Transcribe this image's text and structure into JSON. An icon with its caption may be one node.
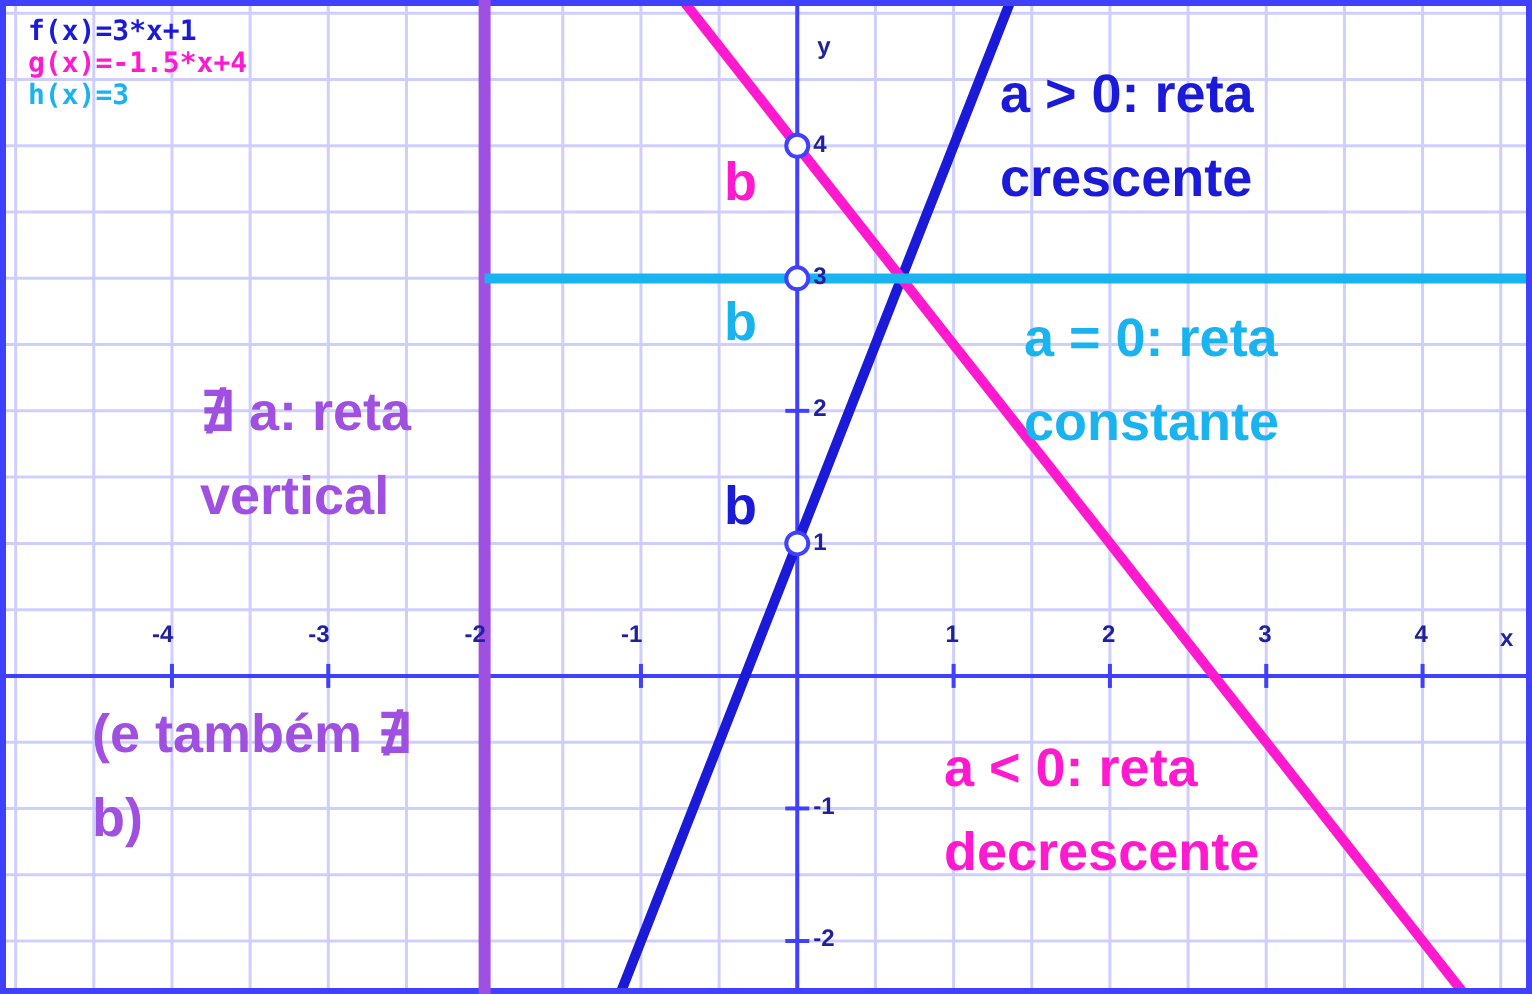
{
  "diagram": {
    "labels": [
      "b",
      "b",
      "b",
      "a > 0: reta crescente",
      "a = 0: reta constante",
      "∄ a: reta vertical",
      "(e também ∄ b)",
      "a < 0: reta decrescente"
    ],
    "chart_data": {
      "type": "line",
      "xlabel": "x",
      "ylabel": "y",
      "grid": true,
      "x": [
        -2,
        -1.5,
        -1,
        -0.5,
        0,
        0.5,
        1,
        1.5,
        2,
        2.5,
        3,
        3.5,
        4,
        4.5
      ],
      "series": [
        {
          "name": "f(x)=3*x+1",
          "color": "#1a1ad8",
          "values": [
            null,
            null,
            -2,
            -0.5,
            1,
            2.5,
            4,
            null,
            null,
            null,
            null,
            null,
            null,
            null
          ]
        },
        {
          "name": "g(x)=-1.5*x+4",
          "color": "#ff1ad0",
          "values": [
            null,
            null,
            null,
            4.75,
            4,
            3.25,
            2.5,
            1.75,
            1,
            0.25,
            -0.5,
            -1.25,
            -2,
            null
          ]
        },
        {
          "name": "h(x)=3",
          "color": "#19b4f0",
          "values": [
            3,
            3,
            3,
            3,
            3,
            3,
            3,
            3,
            3,
            3,
            3,
            3,
            3,
            3
          ]
        }
      ],
      "xlim": [
        -5.1,
        4.7
      ],
      "ylim": [
        -2.4,
        5.1
      ],
      "xticks": [
        -4,
        -3,
        -2,
        -1,
        1,
        2,
        3,
        4
      ],
      "yticks": [
        -2,
        -1,
        1,
        2,
        3,
        4
      ],
      "ref_lines": [
        {
          "axis": "x",
          "value": -2,
          "color": "#a050e0"
        }
      ]
    }
  }
}
